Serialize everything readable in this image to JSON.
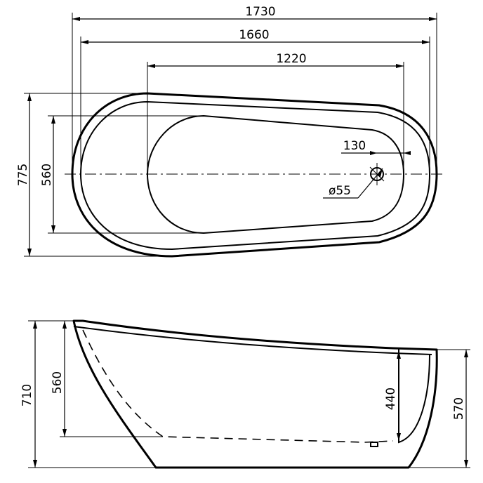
{
  "top_view": {
    "overall_length": "1730",
    "outer_length": "1660",
    "basin_length": "1220",
    "drain_offset": "130",
    "drain_diameter": "ø55",
    "overall_width": "775",
    "basin_width": "560"
  },
  "side_view": {
    "overall_height": "710",
    "inner_depth": "560",
    "foot_end_depth": "440",
    "foot_end_height": "570"
  }
}
